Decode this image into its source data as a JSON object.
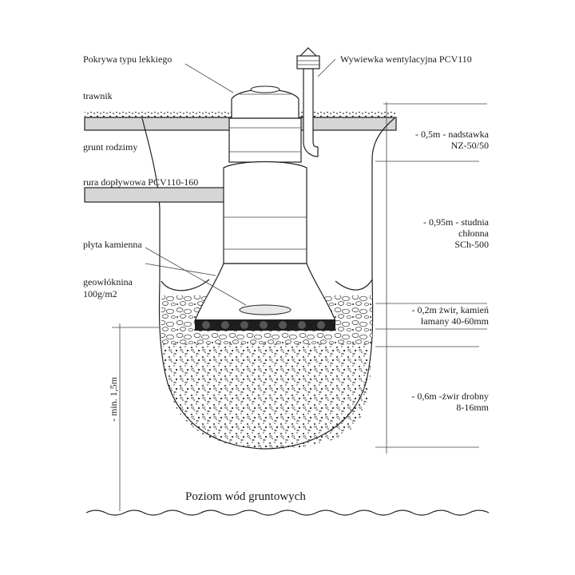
{
  "labels": {
    "cover": "Pokrywa typu lekkiego",
    "vent": "Wywiewka wentylacyjna PCV110",
    "lawn": "trawnik",
    "native_soil": "grunt rodzimy",
    "inlet_pipe": "rura dopływowa PCV110-160",
    "stone_plate": "płyta kamienna",
    "geotextile_1": "geowłóknina",
    "geotextile_2": "100g/m2",
    "depth_min": "- min. 1,5m",
    "groundwater": "Poziom wód gruntowych"
  },
  "dimensions": [
    {
      "lines": [
        "- 0,5m - nadstawka",
        "NZ-50/50"
      ]
    },
    {
      "lines": [
        "- 0,95m - studnia",
        "chłonna",
        "SCh-500"
      ]
    },
    {
      "lines": [
        "- 0,2m żwir, kamień",
        "łamany 40-60mm"
      ]
    },
    {
      "lines": [
        "- 0,6m -żwir drobny",
        "8-16mm"
      ]
    }
  ],
  "colors": {
    "ink": "#1a1a1a",
    "ground": "#d9d9d9",
    "background": "#ffffff"
  }
}
